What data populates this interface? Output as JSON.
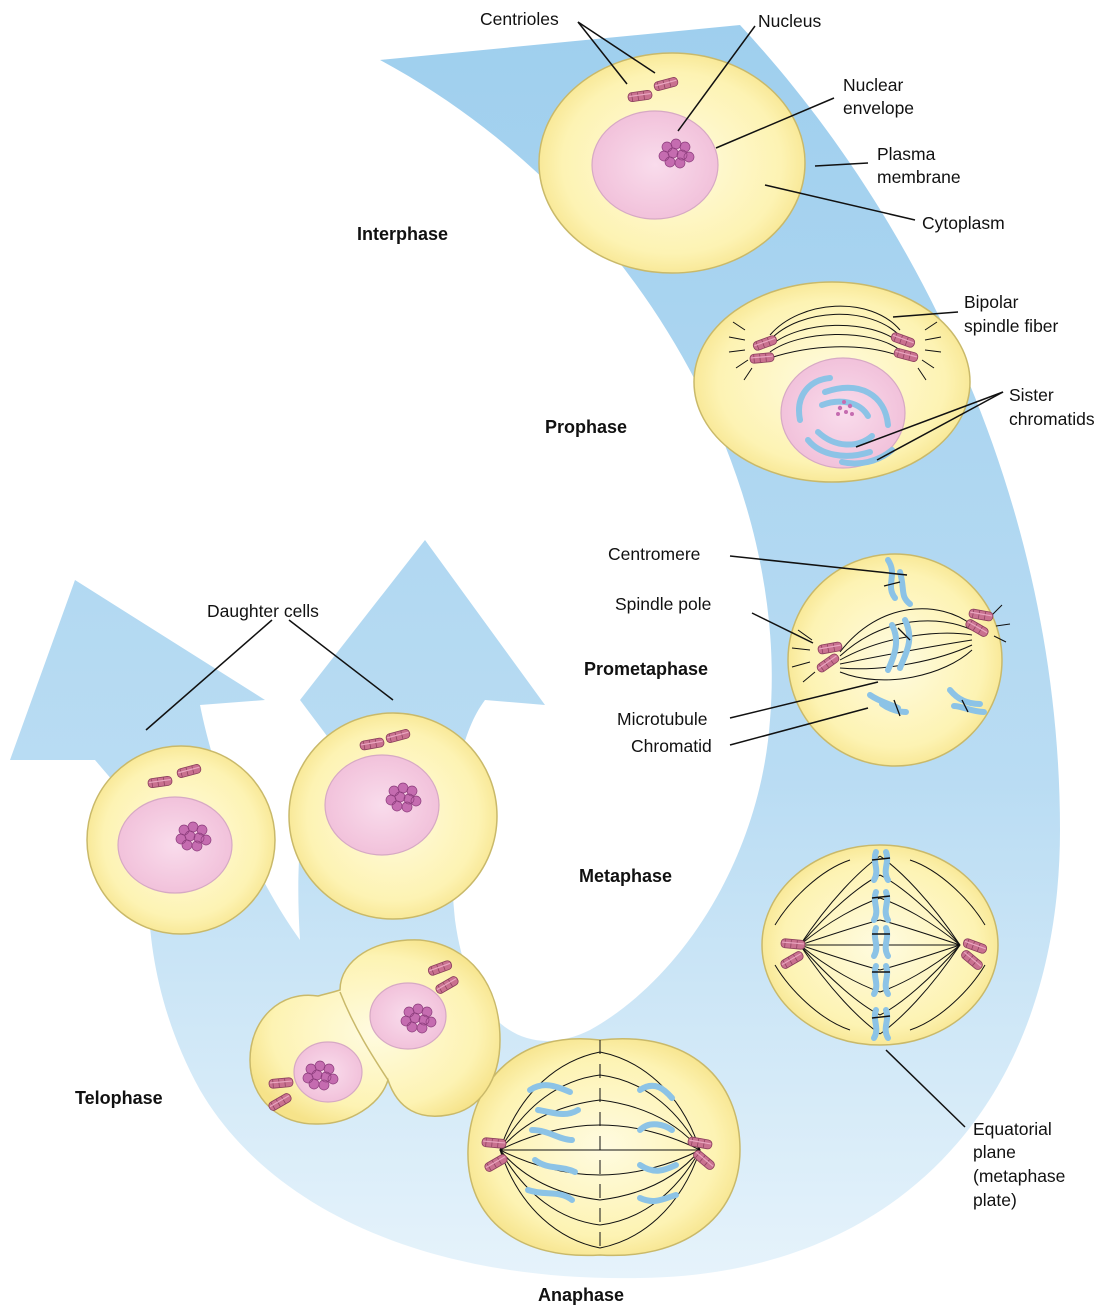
{
  "labels": {
    "centrioles": "Centrioles",
    "nucleus": "Nucleus",
    "nuclear_envelope": [
      "Nuclear",
      "envelope"
    ],
    "plasma_membrane": [
      "Plasma",
      "membrane"
    ],
    "cytoplasm": "Cytoplasm",
    "bipolar_spindle_fiber": [
      "Bipolar",
      "spindle fiber"
    ],
    "sister_chromatids": [
      "Sister",
      "chromatids"
    ],
    "centromere": "Centromere",
    "spindle_pole": "Spindle pole",
    "microtubule": "Microtubule",
    "chromatid": "Chromatid",
    "daughter_cells": "Daughter cells",
    "equatorial_plane": [
      "Equatorial",
      "plane",
      "(metaphase",
      "plate)"
    ]
  },
  "phases": {
    "interphase": "Interphase",
    "prophase": "Prophase",
    "prometaphase": "Prometaphase",
    "metaphase": "Metaphase",
    "anaphase": "Anaphase",
    "telophase": "Telophase"
  },
  "colors": {
    "arrow_top": "#9fcfee",
    "arrow_bottom": "#e3f2fb",
    "cytoplasm": "#fdf3b3",
    "nucleus": "#f6cde3",
    "chromatin": "#c56cb0",
    "chromatid": "#8cc3e6",
    "centriole": "#b85c7e"
  }
}
